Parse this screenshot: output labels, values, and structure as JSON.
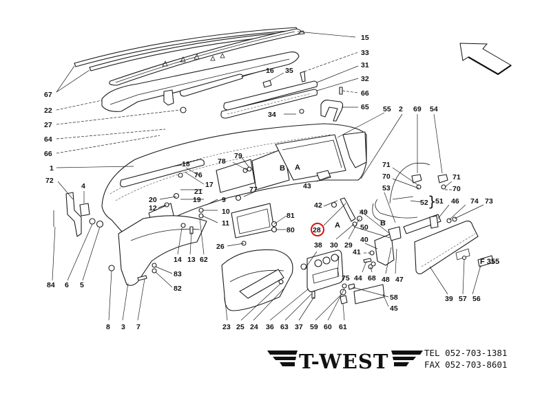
{
  "diagram": {
    "title": "Dashboard assembly exploded parts diagram",
    "highlight_color": "#e01010",
    "highlighted_callout": "28",
    "orientation_arrow": "front-direction-arrow",
    "callouts": {
      "c1": "1",
      "c2": "2",
      "c3": "3",
      "c4": "4",
      "c5": "5",
      "c6": "6",
      "c7": "7",
      "c8": "8",
      "c9": "9",
      "c10": "10",
      "c11": "11",
      "c12": "12",
      "c13": "13",
      "c14": "14",
      "c15": "15",
      "c16": "16",
      "c17": "17",
      "c18": "18",
      "c19": "19",
      "c20": "20",
      "c21": "21",
      "c22": "22",
      "c23": "23",
      "c24": "24",
      "c25": "25",
      "c26": "26",
      "c27": "27",
      "c28": "28",
      "c29": "29",
      "c30": "30",
      "c31": "31",
      "c32": "32",
      "c33": "33",
      "c34": "34",
      "c35": "35",
      "c36": "36",
      "c37": "37",
      "c38": "38",
      "c39": "39",
      "c40": "40",
      "c41": "41",
      "c42": "42",
      "c43": "43",
      "c44": "44",
      "c45": "45",
      "c46": "46",
      "c47": "47",
      "c48": "48",
      "c49": "49",
      "c50": "50",
      "c51": "51",
      "c52": "52",
      "c53": "53",
      "c54": "54",
      "c55": "55",
      "c56": "56",
      "c57": "57",
      "c58": "58",
      "c59": "59",
      "c60": "60",
      "c61": "61",
      "c62": "62",
      "c63": "63",
      "c64": "64",
      "c65": "65",
      "c66a": "66",
      "c66b": "66",
      "c67": "67",
      "c68": "68",
      "c69": "69",
      "c70a": "70",
      "c70b": "70",
      "c71a": "71",
      "c71b": "71",
      "c72": "72",
      "c73": "73",
      "c74": "74",
      "c75": "75",
      "c76": "76",
      "c77": "77",
      "c78": "78",
      "c79": "79",
      "c80": "80",
      "c81": "81",
      "c82": "82",
      "c83": "83",
      "c84": "84"
    },
    "reference_letters": {
      "a1": "A",
      "b1": "B",
      "a2": "A",
      "b2": "B"
    },
    "badge_text": "F 355"
  },
  "footer": {
    "brand": "T-WEST",
    "tel_label": "TEL",
    "tel": "052-703-1381",
    "fax_label": "FAX",
    "fax": "052-703-8601"
  }
}
